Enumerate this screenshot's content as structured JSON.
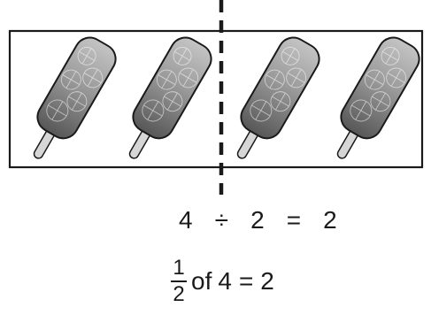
{
  "items": {
    "count": 4,
    "icon": "popsicle-icon"
  },
  "equation_1": {
    "a": "4",
    "op": "÷",
    "b": "2",
    "eq": "=",
    "result": "2"
  },
  "equation_2": {
    "numerator": "1",
    "denominator": "2",
    "of_word": "of",
    "whole": "4",
    "eq": "=",
    "result": "2"
  },
  "colors": {
    "stroke": "#1a1a1a",
    "stick": "#d6d6d6",
    "pop_light": "#bdbdbd",
    "pop_mid": "#8c8c8c",
    "pop_dark": "#555555"
  }
}
